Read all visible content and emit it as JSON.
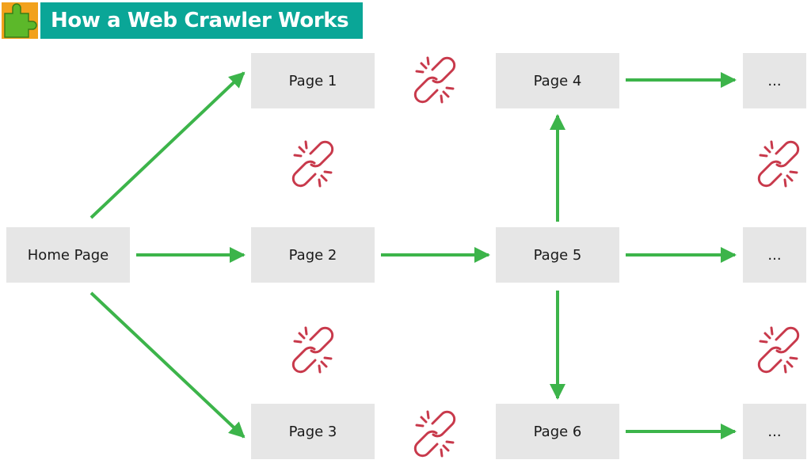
{
  "title": "How a Web Crawler Works",
  "colors": {
    "banner": "#0aa697",
    "arrow": "#3cb44a",
    "broken_link": "#c8394b",
    "node_fill": "#e6e6e6",
    "logo_green": "#5cb82a",
    "logo_orange": "#f2a11c"
  },
  "icons": {
    "logo": "puzzle-piece-icon",
    "broken_link": "broken-link-icon",
    "arrow": "arrow-icon"
  },
  "nodes": {
    "home": "Home Page",
    "page1": "Page 1",
    "page2": "Page 2",
    "page3": "Page 3",
    "page4": "Page 4",
    "page5": "Page 5",
    "page6": "Page 6",
    "more_top": "...",
    "more_middle": "...",
    "more_bottom": "..."
  },
  "edges": [
    [
      "home",
      "page1"
    ],
    [
      "home",
      "page2"
    ],
    [
      "home",
      "page3"
    ],
    [
      "page2",
      "page5"
    ],
    [
      "page5",
      "page4"
    ],
    [
      "page5",
      "page6"
    ],
    [
      "page4",
      "more_top"
    ],
    [
      "page5",
      "more_middle"
    ],
    [
      "page6",
      "more_bottom"
    ]
  ]
}
